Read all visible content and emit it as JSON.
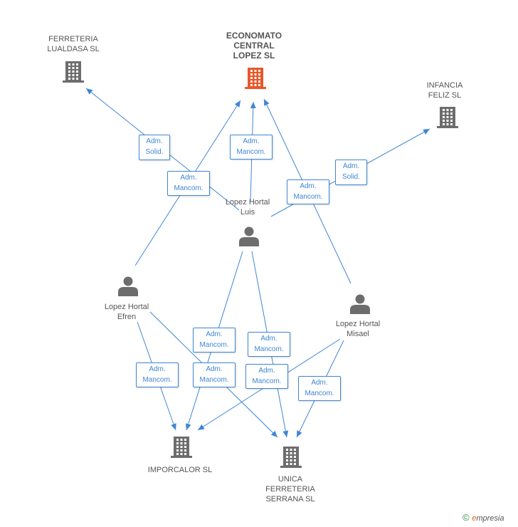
{
  "colors": {
    "edge": "#3f86d4",
    "company": "#6d6d6d",
    "company_main": "#e8572a",
    "person": "#6d6d6d"
  },
  "nodes": {
    "economato": {
      "lines": [
        "ECONOMATO",
        "CENTRAL",
        "LOPEZ SL"
      ],
      "icon": "building-icon"
    },
    "lualdasa": {
      "lines": [
        "FERRETERIA",
        "LUALDASA SL"
      ],
      "icon": "building-icon"
    },
    "infancia": {
      "lines": [
        "INFANCIA",
        "FELIZ SL"
      ],
      "icon": "building-icon"
    },
    "luis": {
      "lines": [
        "Lopez Hortal",
        "Luis"
      ],
      "icon": "person-icon"
    },
    "efren": {
      "lines": [
        "Lopez Hortal",
        "Efren"
      ],
      "icon": "person-icon"
    },
    "misael": {
      "lines": [
        "Lopez Hortal",
        "Misael"
      ],
      "icon": "person-icon"
    },
    "imporcalor": {
      "lines": [
        "IMPORCALOR SL"
      ],
      "icon": "building-icon"
    },
    "unica": {
      "lines": [
        "UNICA",
        "FERRETERIA",
        "SERRANA SL"
      ],
      "icon": "building-icon"
    }
  },
  "relations": [
    {
      "lines": [
        "Adm.",
        "Solid."
      ]
    },
    {
      "lines": [
        "Adm.",
        "Mancom."
      ]
    },
    {
      "lines": [
        "Adm.",
        "Mancom."
      ]
    },
    {
      "lines": [
        "Adm.",
        "Solid."
      ]
    },
    {
      "lines": [
        "Adm.",
        "Mancom."
      ]
    },
    {
      "lines": [
        "Adm.",
        "Mancom."
      ]
    },
    {
      "lines": [
        "Adm.",
        "Mancom."
      ]
    },
    {
      "lines": [
        "Adm.",
        "Mancom."
      ]
    },
    {
      "lines": [
        "Adm.",
        "Mancom."
      ]
    },
    {
      "lines": [
        "Adm.",
        "Mancom."
      ]
    },
    {
      "lines": [
        "Adm.",
        "Mancom."
      ]
    }
  ],
  "copyright": {
    "symbol": "©",
    "brand_initial": "e",
    "brand_rest": "mpresia"
  }
}
